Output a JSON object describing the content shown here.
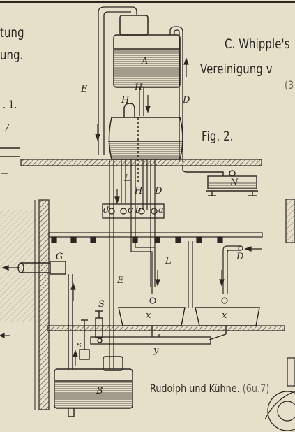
{
  "left_column": {
    "line1": "tung",
    "line2": "ung.",
    "line3": ". 1.",
    "line4": "/"
  },
  "header": {
    "line1": "C. Whipple's",
    "line2": "Vereinigung v",
    "line3": "(3"
  },
  "figure": {
    "title": "Fig. 2."
  },
  "labels": {
    "A": "A",
    "H_top": "H",
    "H_loop": "H",
    "E_upper": "E",
    "D_upper": "D",
    "L_mid": "L",
    "H_mid": "H",
    "D_mid": "D",
    "d": "d",
    "c": "c",
    "b": "b",
    "a": "a",
    "N": "N",
    "G": "G",
    "L_low": "L",
    "D_right": "D",
    "E_low": "E",
    "S": "S",
    "s": "s",
    "x1": "x",
    "x2": "x",
    "y": "y",
    "B": "B"
  },
  "credit": {
    "text": "Rudolph und Kühne.",
    "ref": "(6u.7)"
  },
  "colors": {
    "paper": "#e6e0cb",
    "ink": "#2a2620",
    "hatch": "#4a443a"
  }
}
